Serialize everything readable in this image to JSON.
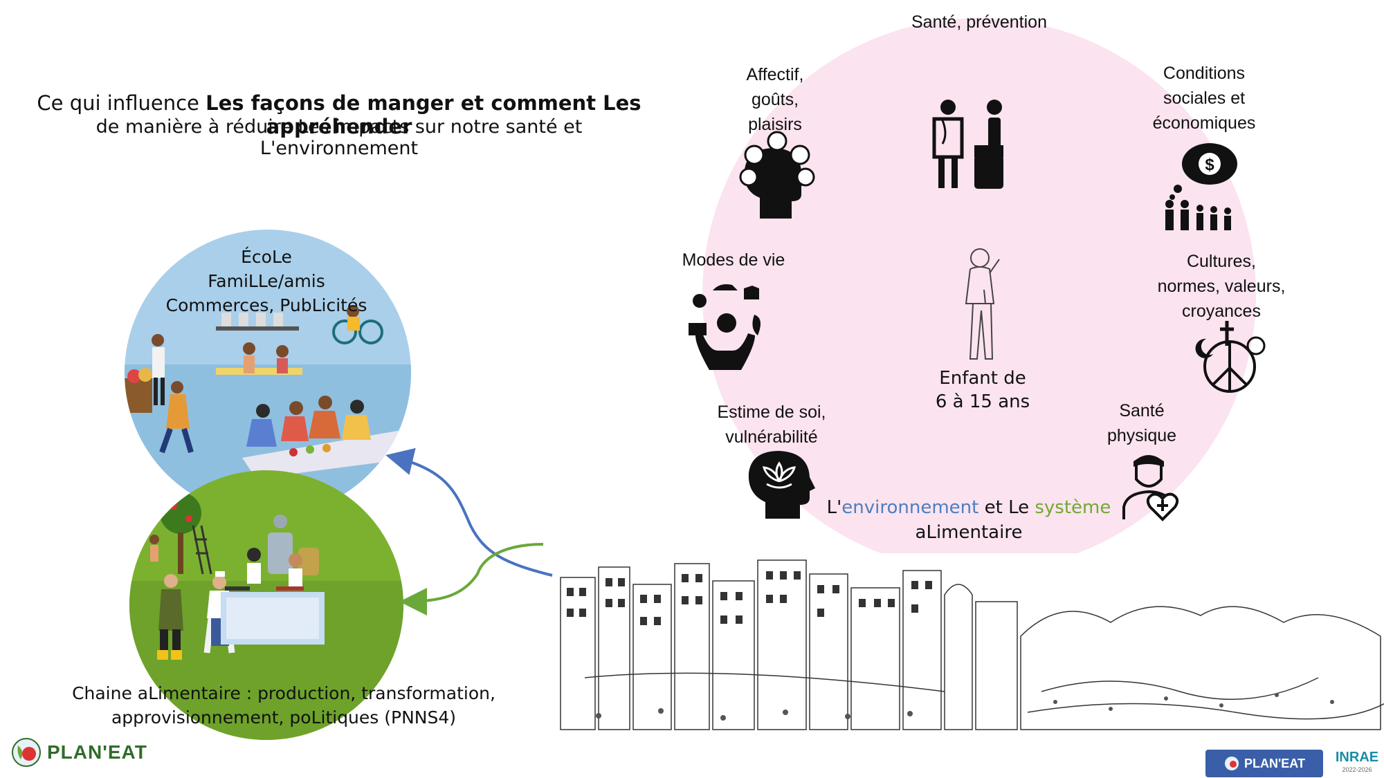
{
  "title": {
    "line1_prefix": "Ce qui influence ",
    "line1_bold": "Les façons de manger et comment Les appréhender",
    "line2": "de manière à réduire Les impacts sur notre santé et L'environnement"
  },
  "circle_labels": {
    "top": "Santé, prévention",
    "affectif": [
      "Affectif,",
      "goûts,",
      "plaisirs"
    ],
    "conditions": [
      "Conditions",
      "sociales et",
      "économiques"
    ],
    "modes": "Modes de vie",
    "cultures": [
      "Cultures,",
      "normes, valeurs,",
      "croyances"
    ],
    "estime": [
      "Estime de soi,",
      "vulnérabilité"
    ],
    "sante_physique": [
      "Santé",
      "physique"
    ],
    "child": [
      "Enfant de",
      "6 à 15 ans"
    ],
    "environment": {
      "part1": "L'",
      "part2": "environnement",
      "part3": " et Le ",
      "part4": "système",
      "line2": "aLimentaire"
    }
  },
  "blue_circle": [
    "ÉcoLe",
    "FamiLLe/amis",
    "Commerces, PubLicités"
  ],
  "green_circle": [
    "Chaine aLimentaire : production, transformation,",
    "approvisionnement, poLitiques (PNNS4)"
  ],
  "logos": {
    "left": "PLAN'EAT",
    "right_badge": "PLAN'EAT",
    "inrae": "INRAE",
    "inrae_years": "2022-2026"
  },
  "colors": {
    "pink_circle": "#fbe3ef",
    "blue_circle": "#a9cfea",
    "green_circle": "#7cb12f",
    "blue_arrow": "#4a72c0",
    "green_arrow": "#6aa83a",
    "env_blue": "#4a7fc1",
    "env_green": "#72a832"
  }
}
